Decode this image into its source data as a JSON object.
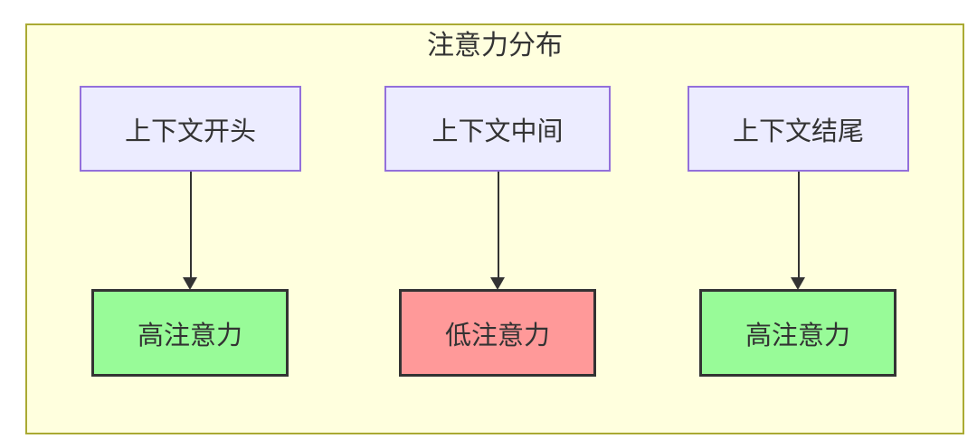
{
  "diagram": {
    "title": "注意力分布",
    "columns": [
      {
        "top_label": "上下文开头",
        "bottom_label": "高注意力",
        "bottom_type": "high"
      },
      {
        "top_label": "上下文中间",
        "bottom_label": "低注意力",
        "bottom_type": "low"
      },
      {
        "top_label": "上下文结尾",
        "bottom_label": "高注意力",
        "bottom_type": "high"
      }
    ],
    "colors": {
      "canvas_bg": "#ffffff",
      "subgraph_fill": "#ffffde",
      "subgraph_border": "#aaaa33",
      "context_node_fill": "#ECECFF",
      "context_node_border": "#9370DB",
      "high_attention_fill": "#98FB98",
      "low_attention_fill": "#FF9999",
      "attention_node_border": "#333333",
      "arrow_color": "#333333",
      "text_color": "#333333"
    }
  }
}
